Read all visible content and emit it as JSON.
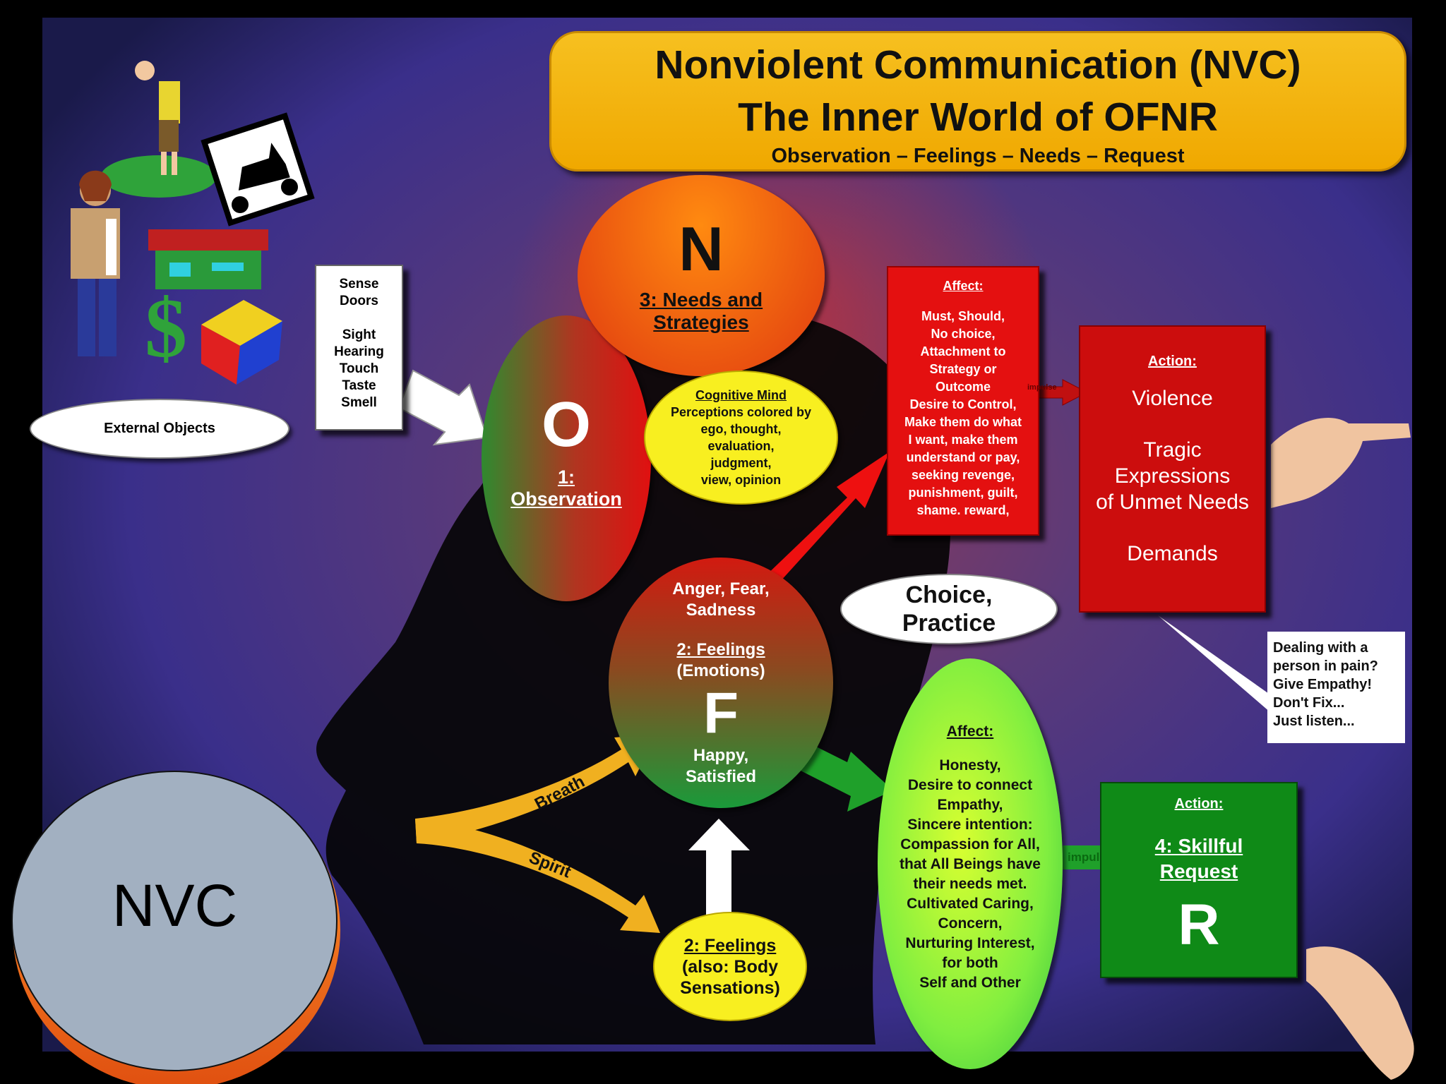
{
  "title": {
    "line1": "Nonviolent Communication (NVC)",
    "line2": "The Inner World of OFNR",
    "subtitle": "Observation – Feelings – Needs – Request"
  },
  "external_objects": "External Objects",
  "sense_doors": {
    "title_line1": "Sense",
    "title_line2": "Doors",
    "items": [
      "Sight",
      "Hearing",
      "Touch",
      "Taste",
      "Smell"
    ]
  },
  "observation": {
    "letter": "O",
    "label_line1": "1:",
    "label_line2": "Observation"
  },
  "needs": {
    "letter": "N",
    "label_line1": "3: Needs and",
    "label_line2": "Strategies"
  },
  "cognitive_mind": {
    "title": "Cognitive Mind",
    "lines": [
      "Perceptions colored by",
      "ego, thought,",
      "evaluation,",
      "judgment,",
      "view, opinion"
    ]
  },
  "feelings": {
    "negative_line1": "Anger, Fear,",
    "negative_line2": "Sadness",
    "label": "2: Feelings",
    "sublabel": "(Emotions)",
    "letter": "F",
    "positive_line1": "Happy,",
    "positive_line2": "Satisfied"
  },
  "body_sensations": {
    "label": "2: Feelings",
    "line1": "(also: Body",
    "line2": "Sensations)"
  },
  "arrows": {
    "breath": "Breath",
    "spirit": "Spirit",
    "impulse_red": "impulse",
    "impulse_green": "impulse"
  },
  "choice_practice": {
    "line1": "Choice,",
    "line2": "Practice"
  },
  "red_affect": {
    "title": "Affect:",
    "lines": [
      "Must, Should,",
      "No choice,",
      "Attachment to",
      "Strategy or",
      "Outcome",
      "Desire to Control,",
      "Make them do what",
      "I want, make them",
      "understand or pay,",
      "seeking revenge,",
      "punishment, guilt,",
      "shame. reward,"
    ]
  },
  "red_action": {
    "title": "Action:",
    "items": [
      "Violence",
      "Tragic",
      "Expressions",
      "of Unmet Needs",
      "Demands"
    ]
  },
  "empathy_callout": {
    "lines": [
      "Dealing with a",
      "person in pain?",
      "Give Empathy!",
      "Don't Fix...",
      "Just listen..."
    ]
  },
  "green_affect": {
    "title": "Affect:",
    "lines": [
      "Honesty,",
      "Desire to connect",
      "Empathy,",
      "Sincere intention:",
      "Compassion for All,",
      "that All Beings have",
      "their needs met.",
      "Cultivated Caring,",
      "Concern,",
      "Nurturing Interest,",
      "for both",
      "Self and Other",
      ""
    ]
  },
  "green_action": {
    "title": "Action:",
    "label_line1": "4: Skillful",
    "label_line2": "Request",
    "letter": "R"
  },
  "nvc_badge": "NVC",
  "colors": {
    "title_banner": "#f2b418",
    "red_card": "#e41010",
    "green_card": "#0f8a17",
    "cognitive_yellow": "#f8ef20",
    "nvc_badge": "#a2b0c1"
  }
}
